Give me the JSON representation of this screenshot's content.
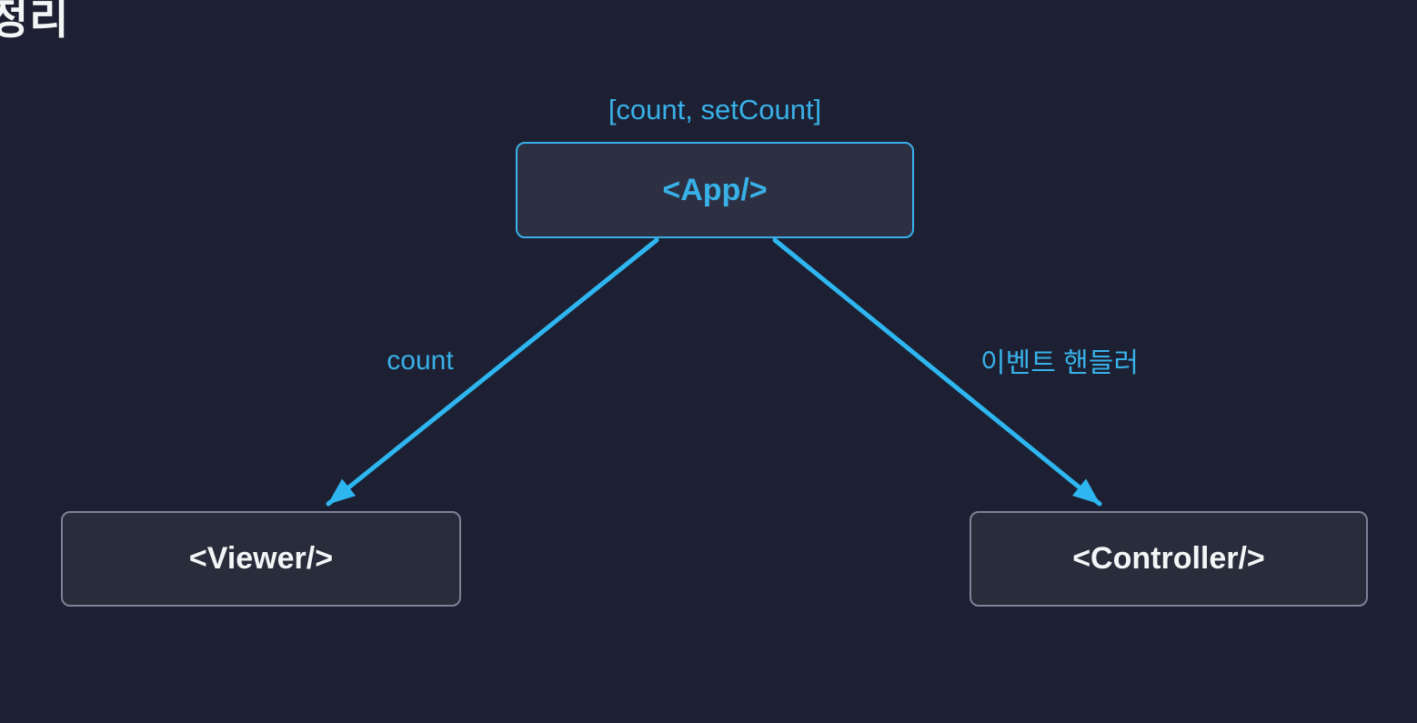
{
  "page_title": "정리",
  "colors": {
    "background": "#1d2032",
    "accent": "#38b1e8",
    "arrow": "#2eb6f0",
    "node_fill": "#2d3042",
    "node_fill_muted": "#292c3a",
    "node_border_muted": "#7e8297",
    "title_text": "#f4f5f7",
    "node_text": "#f4f5f7"
  },
  "diagram": {
    "state_label": "[count, setCount]",
    "nodes": {
      "app": {
        "label": "<App/>"
      },
      "viewer": {
        "label": "<Viewer/>"
      },
      "controller": {
        "label": "<Controller/>"
      }
    },
    "edges": {
      "app_to_viewer": {
        "label": "count"
      },
      "app_to_controller": {
        "label": "이벤트 핸들러"
      }
    }
  }
}
